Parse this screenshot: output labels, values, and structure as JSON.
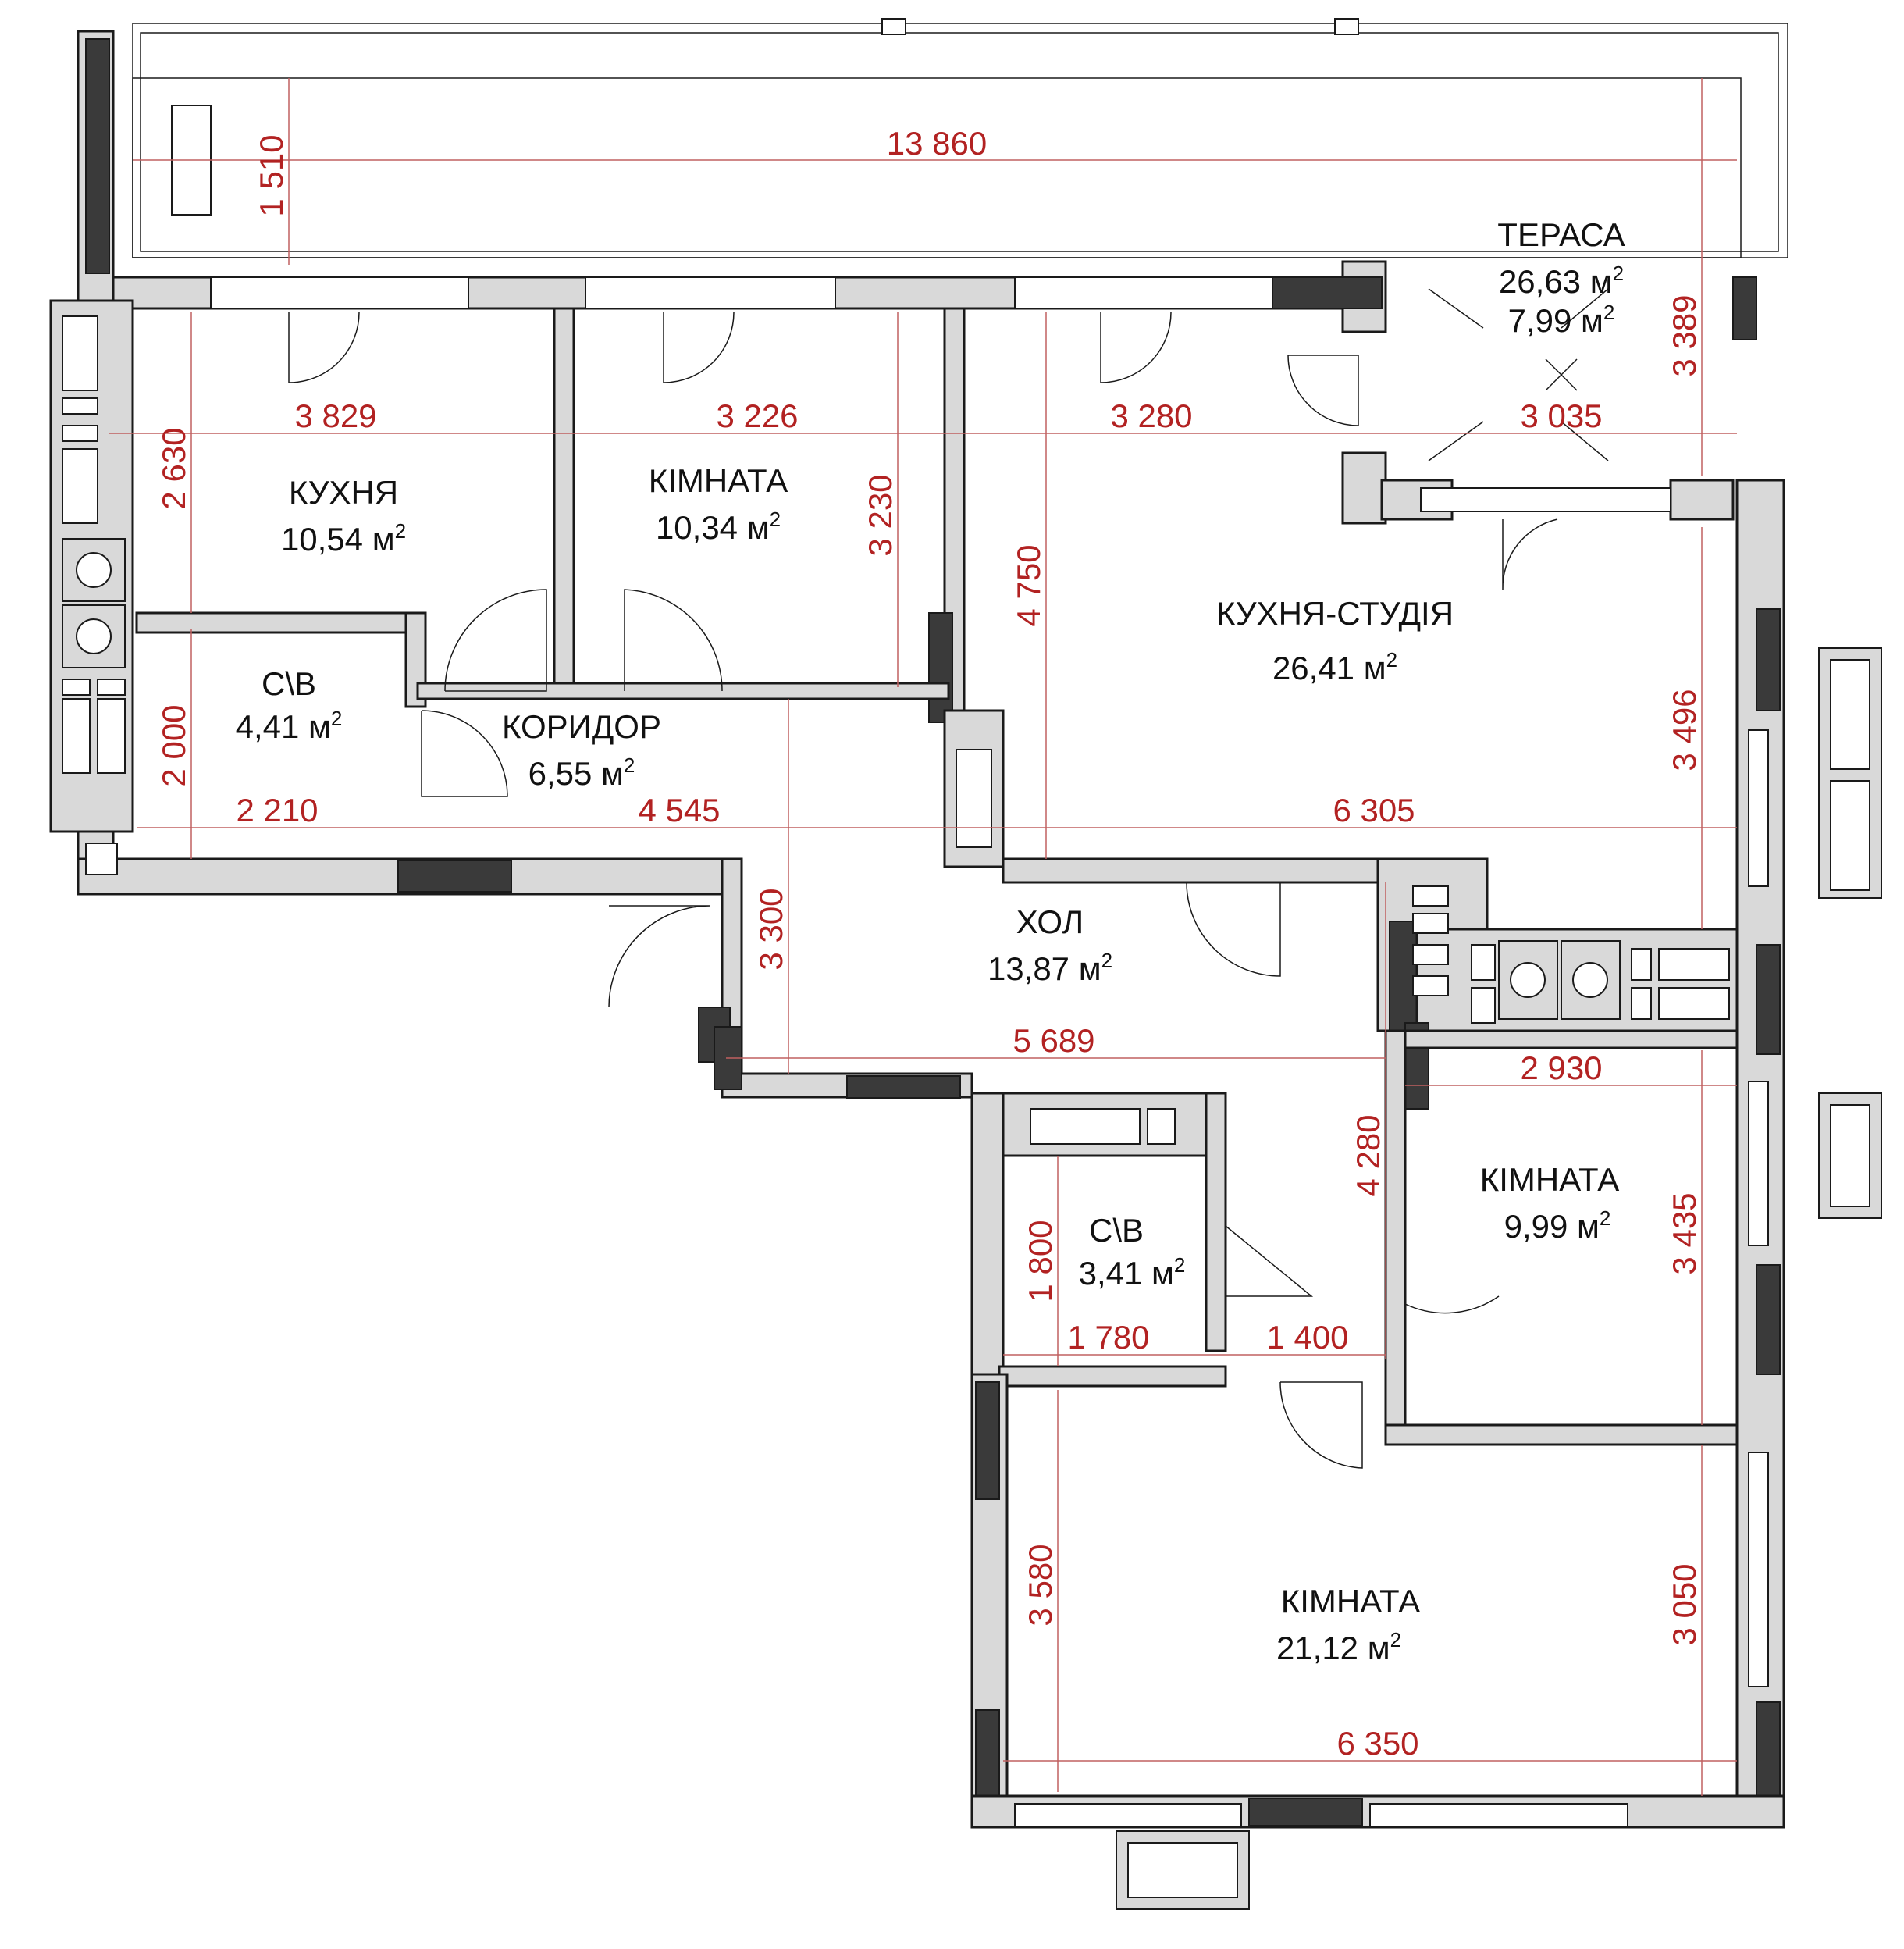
{
  "rooms": {
    "terrace": {
      "name": "ТЕРАСА",
      "area1": "26,63 м",
      "area2": "7,99 м",
      "sup": "2"
    },
    "kitchen": {
      "name": "КУХНЯ",
      "area": "10,54 м",
      "sup": "2"
    },
    "room1": {
      "name": "КІМНАТА",
      "area": "10,34 м",
      "sup": "2"
    },
    "studio": {
      "name": "КУХНЯ-СТУДІЯ",
      "area": "26,41 м",
      "sup": "2"
    },
    "bath1": {
      "name": "С\\В",
      "area": "4,41 м",
      "sup": "2"
    },
    "corridor": {
      "name": "КОРИДОР",
      "area": "6,55 м",
      "sup": "2"
    },
    "hall": {
      "name": "ХОЛ",
      "area": "13,87 м",
      "sup": "2"
    },
    "bath2": {
      "name": "С\\В",
      "area": "3,41 м",
      "sup": "2"
    },
    "room2": {
      "name": "КІМНАТА",
      "area": "9,99 м",
      "sup": "2"
    },
    "room3": {
      "name": "КІМНАТА",
      "area": "21,12 м",
      "sup": "2"
    }
  },
  "dimensions": {
    "d13860": "13 860",
    "d1510": "1 510",
    "d3389": "3 389",
    "d3829": "3 829",
    "d3226": "3 226",
    "d3280": "3 280",
    "d3035": "3 035",
    "d2630": "2 630",
    "d3230": "3 230",
    "d4750": "4 750",
    "d3496": "3 496",
    "d2000": "2 000",
    "d2210": "2 210",
    "d4545": "4 545",
    "d6305": "6 305",
    "d3300": "3 300",
    "d5689": "5 689",
    "d2930": "2 930",
    "d4280": "4 280",
    "d3435": "3 435",
    "d1800": "1 800",
    "d1780": "1 780",
    "d1400": "1 400",
    "d3580": "3 580",
    "d3050": "3 050",
    "d6350": "6 350"
  }
}
